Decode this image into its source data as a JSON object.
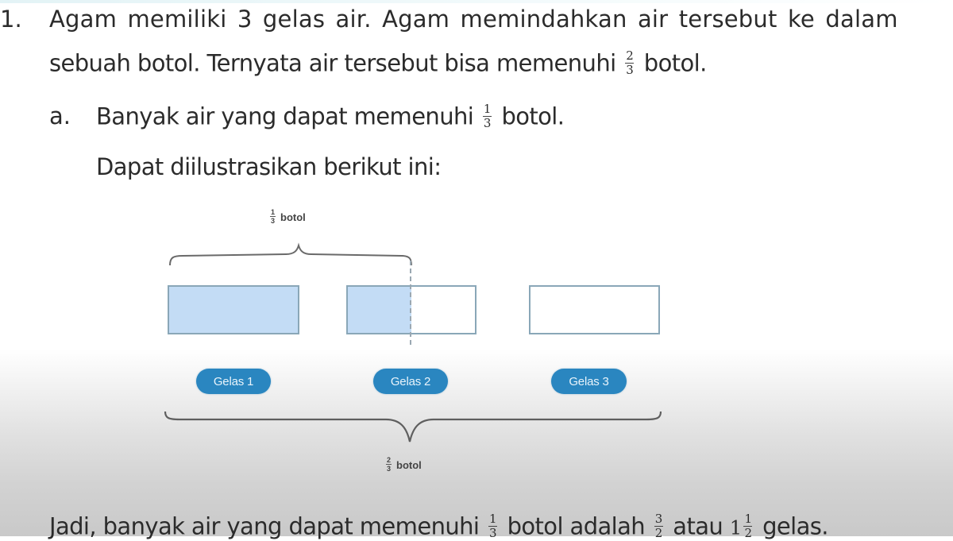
{
  "question": {
    "number": "1.",
    "line1": "Agam memiliki 3 gelas air. Agam memindahkan air tersebut ke dalam",
    "line2_text": "sebuah botol. Ternyata air tersebut bisa memenuhi",
    "line2_fraction": {
      "numerator": "2",
      "denominator": "3"
    },
    "line2_end": "botol."
  },
  "part_a": {
    "label": "a.",
    "text": "Banyak air yang dapat memenuhi",
    "fraction": {
      "numerator": "1",
      "denominator": "3"
    },
    "end": "botol.",
    "illustration_intro": "Dapat diilustrasikan berikut ini:"
  },
  "diagram": {
    "top_label": {
      "fraction": {
        "numerator": "1",
        "denominator": "3"
      },
      "unit": "botol"
    },
    "bottom_label": {
      "fraction": {
        "numerator": "2",
        "denominator": "3"
      },
      "unit": "botol"
    },
    "glasses": [
      {
        "label": "Gelas 1",
        "fill": 1.0
      },
      {
        "label": "Gelas 2",
        "fill": 0.5
      },
      {
        "label": "Gelas 3",
        "fill": 0.0
      }
    ],
    "colors": {
      "water_fill": "#c3dcf5",
      "glass_border": "#8aa7b8",
      "pill_bg": "#2a86c0",
      "pill_text": "#e9f4fb"
    }
  },
  "conclusion": {
    "text_start": "Jadi, banyak air yang dapat memenuhi",
    "fraction1": {
      "numerator": "1",
      "denominator": "3"
    },
    "text_mid": "botol adalah",
    "fraction2": {
      "numerator": "3",
      "denominator": "2"
    },
    "text_atau": "atau",
    "mixed_whole": "1",
    "fraction3": {
      "numerator": "1",
      "denominator": "2"
    },
    "text_end": "gelas."
  }
}
